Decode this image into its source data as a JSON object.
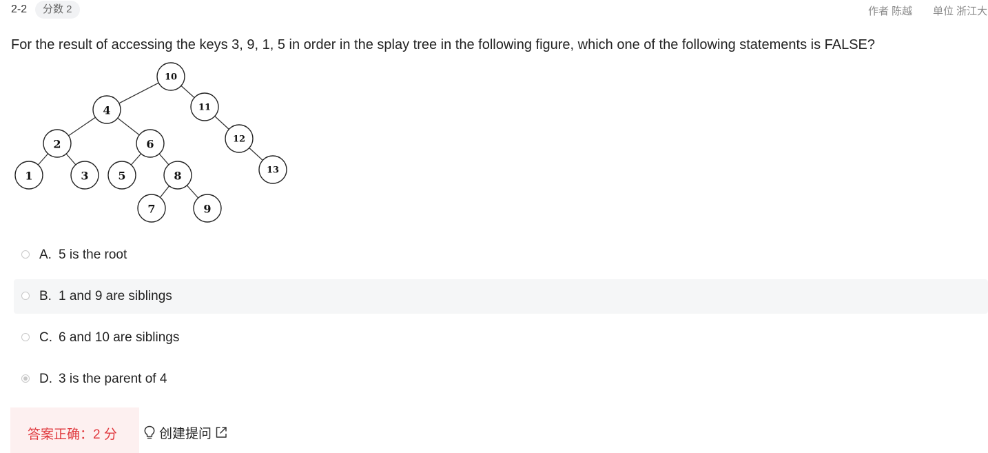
{
  "header": {
    "question_number": "2-2",
    "score_badge": "分数 2",
    "author": "作者 陈越",
    "unit": "单位 浙江大"
  },
  "question": {
    "stem": "For the result of accessing the keys 3, 9, 1, 5 in order in the splay tree in the following figure, which one of the following statements is FALSE?",
    "tree_node_labels": [
      "10",
      "4",
      "11",
      "2",
      "6",
      "12",
      "1",
      "3",
      "5",
      "8",
      "13",
      "7",
      "9"
    ]
  },
  "options": [
    {
      "letter": "A.",
      "text": "5 is the root",
      "selected": false
    },
    {
      "letter": "B.",
      "text": "1 and 9 are siblings",
      "selected": false
    },
    {
      "letter": "C.",
      "text": "6 and 10 are siblings",
      "selected": false
    },
    {
      "letter": "D.",
      "text": "3 is the parent of 4",
      "selected": true
    }
  ],
  "result": {
    "text": "答案正确：2 分"
  },
  "actions": {
    "create_question_label": "创建提问",
    "lightbulb_icon": "lightbulb-icon",
    "external_link_icon": "external-link-icon"
  },
  "colors": {
    "correct_text": "#e0393e",
    "correct_background": "#fdf0f0",
    "hover_row_background": "#f5f6f7",
    "badge_background": "#f1f2f4"
  }
}
